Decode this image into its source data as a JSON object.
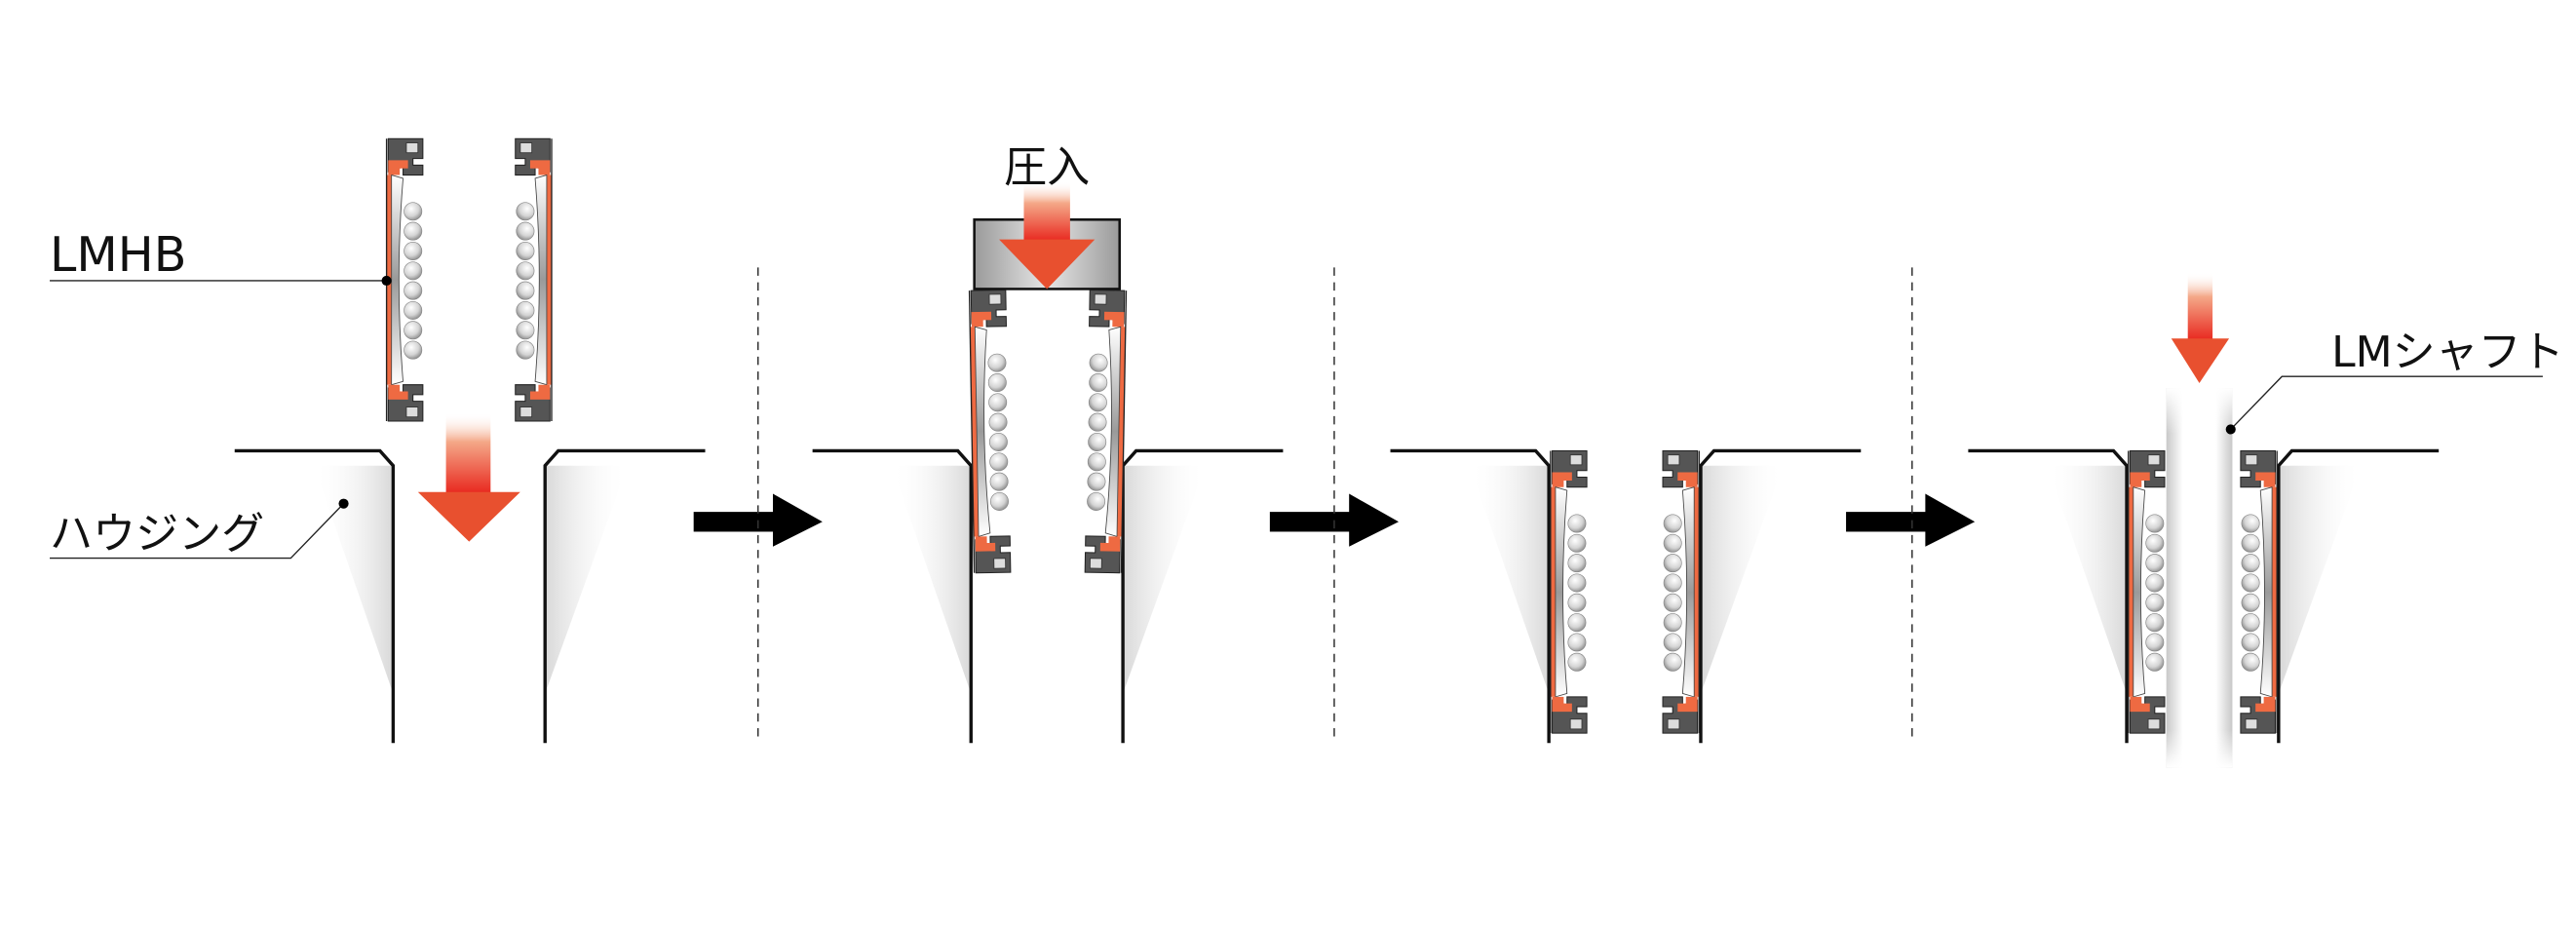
{
  "labels": {
    "bearing": "LMHB",
    "housing": "ハウジング",
    "press_fit": "圧入",
    "shaft": "LMシャフト"
  },
  "colors": {
    "orange": "#ee6a42",
    "seal_dark": "#555555",
    "seal_light": "#b5b5b5",
    "arrow_red": "#e8231b",
    "arrow_light": "#f7c2ae",
    "line": "#111111"
  },
  "steps": [
    {
      "id": "step-1-bearing-above-housing"
    },
    {
      "id": "step-2-press-fit"
    },
    {
      "id": "step-3-bearing-installed"
    },
    {
      "id": "step-4-shaft-inserted"
    }
  ]
}
